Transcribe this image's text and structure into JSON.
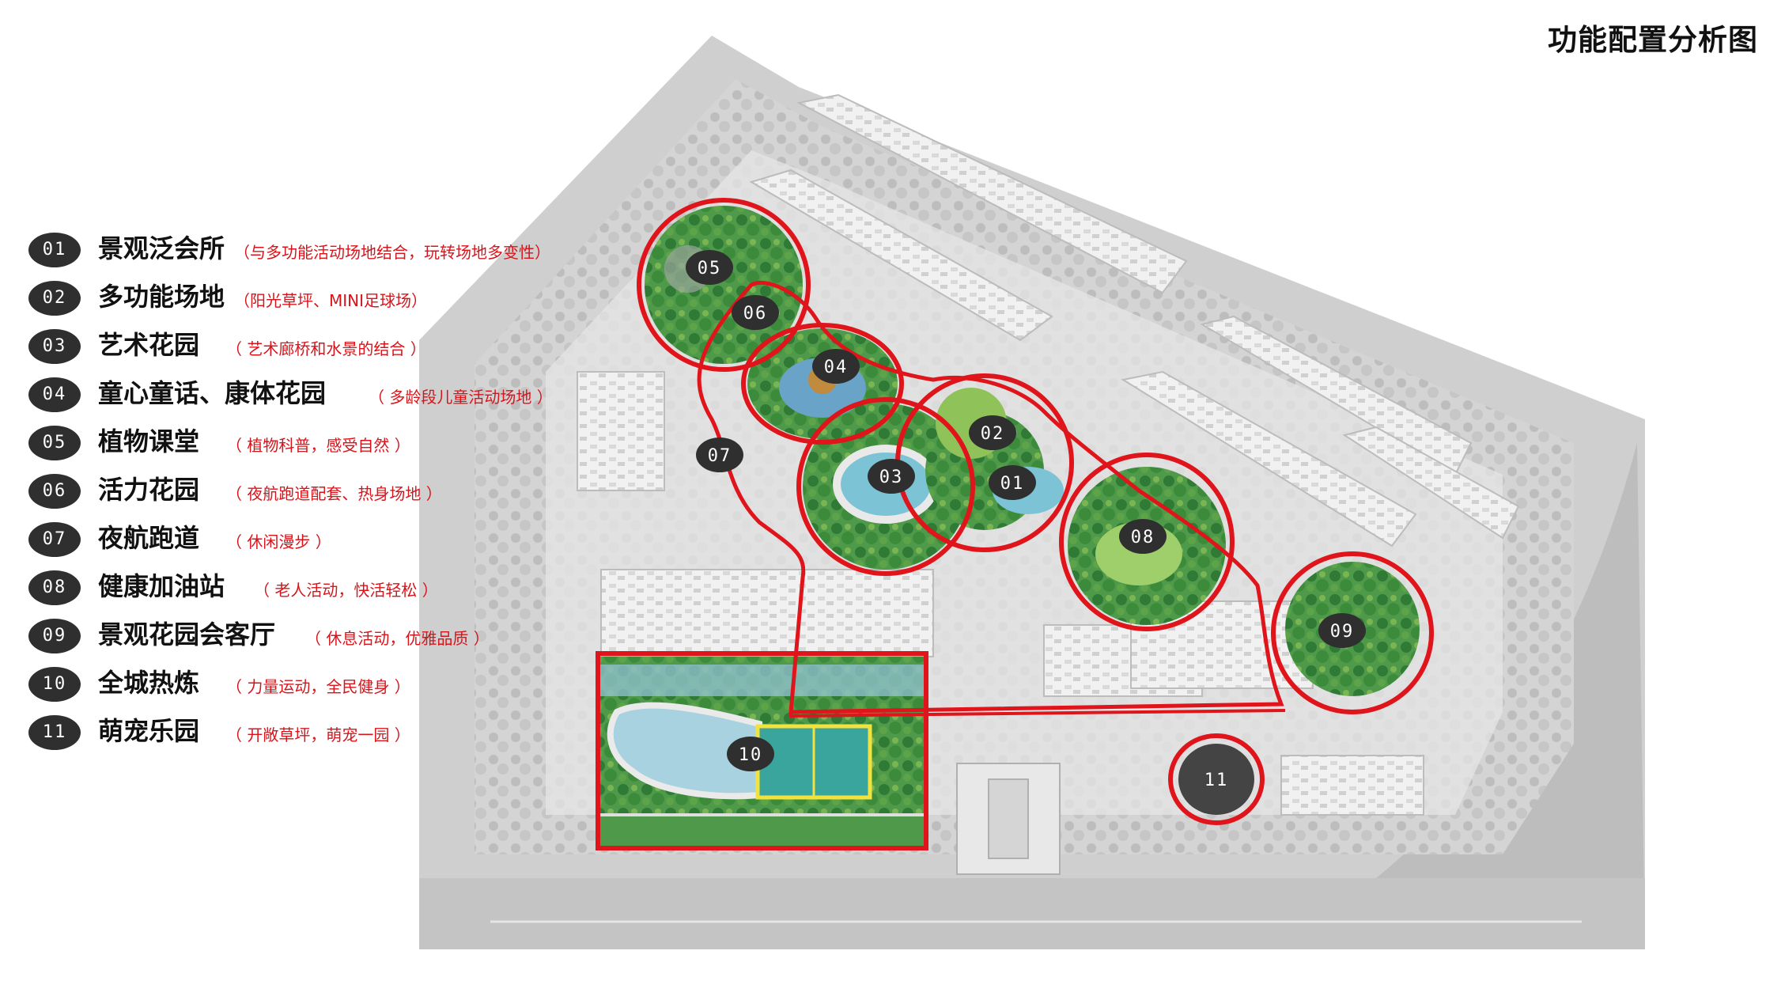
{
  "title": "功能配置分析图",
  "legend": [
    {
      "num": "01",
      "name": "景观泛会所",
      "desc": "（与多功能活动场地结合，玩转场地多变性）"
    },
    {
      "num": "02",
      "name": "多功能场地",
      "desc": "（阳光草坪、MINI足球场）"
    },
    {
      "num": "03",
      "name": "艺术花园",
      "desc": "（ 艺术廊桥和水景的结合 ）"
    },
    {
      "num": "04",
      "name": "童心童话、康体花园",
      "desc": "（ 多龄段儿童活动场地 ）"
    },
    {
      "num": "05",
      "name": "植物课堂",
      "desc": "（ 植物科普，感受自然 ）"
    },
    {
      "num": "06",
      "name": "活力花园",
      "desc": "（ 夜航跑道配套、热身场地 ）"
    },
    {
      "num": "07",
      "name": "夜航跑道",
      "desc": "（ 休闲漫步 ）"
    },
    {
      "num": "08",
      "name": "健康加油站",
      "desc": "（ 老人活动，快活轻松 ）"
    },
    {
      "num": "09",
      "name": "景观花园会客厅",
      "desc": "（ 休息活动，优雅品质 ）"
    },
    {
      "num": "10",
      "name": "全城热炼",
      "desc": "（ 力量运动，全民健身 ）"
    },
    {
      "num": "11",
      "name": "萌宠乐园",
      "desc": "（ 开敞草坪，萌宠一园 ）"
    }
  ],
  "map_labels": {
    "z01": "01",
    "z02": "02",
    "z03": "03",
    "z04": "04",
    "z05": "05",
    "z06": "06",
    "z07": "07",
    "z08": "08",
    "z09": "09",
    "z10": "10",
    "z11": "11"
  },
  "colors": {
    "highlight": "#e0141b",
    "badge": "#2f2f2f",
    "greenery": "#3f8f45",
    "water": "#7cc3d6",
    "site_gray": "#cfcfcf"
  }
}
